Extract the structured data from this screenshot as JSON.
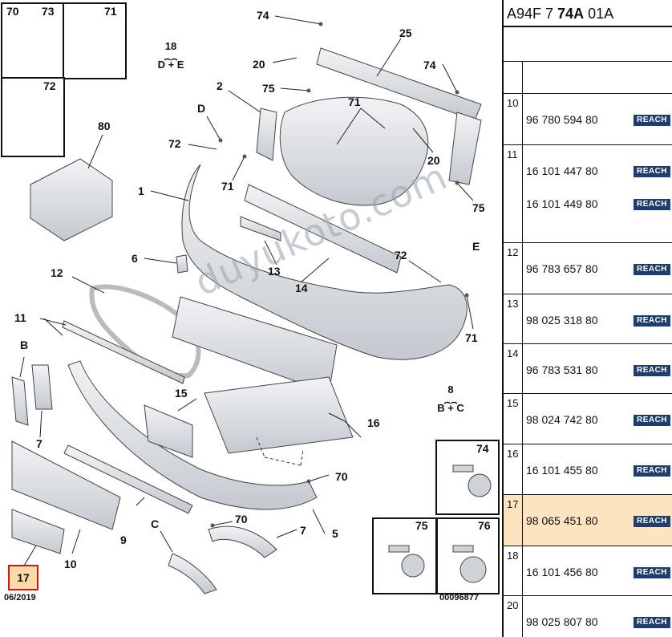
{
  "header": {
    "ref_prefix": "A94F 7 ",
    "ref_bold": "74A",
    "ref_suffix": " 01A"
  },
  "callouts": {
    "c70a": "70",
    "c73": "73",
    "c71a": "71",
    "c72a": "72",
    "c80": "80",
    "c74a": "74",
    "c25": "25",
    "c20a": "20",
    "c74b": "74",
    "c75a": "75",
    "c2": "2",
    "cD": "D",
    "c71b": "71",
    "c72b": "72",
    "c71c": "71",
    "c20b": "20",
    "c75b": "75",
    "c1": "1",
    "c6": "6",
    "c13": "13",
    "c14": "14",
    "c72c": "72",
    "cE": "E",
    "c71d": "71",
    "c12": "12",
    "c11": "11",
    "cB": "B",
    "c7a": "7",
    "c15": "15",
    "c16": "16",
    "c70b": "70",
    "c9": "9",
    "c10": "10",
    "cC": "C",
    "c70c": "70",
    "c7b": "7",
    "c5": "5",
    "c17": "17",
    "c74c": "74",
    "c75c": "75",
    "c76": "76"
  },
  "variants": {
    "de": {
      "num": "18",
      "text": "D + E"
    },
    "bc": {
      "num": "8",
      "text": "B + C"
    }
  },
  "watermark": "duyukoto.com",
  "footer": {
    "date": "06/2019",
    "drawing_no": "00096877"
  },
  "parts": [
    {
      "idx": "10",
      "numbers": [
        "96 780 594 80"
      ],
      "badge": "REACH"
    },
    {
      "idx": "11",
      "numbers": [
        "16 101 447 80",
        "16 101 449 80"
      ],
      "badge": "REACH"
    },
    {
      "idx": "12",
      "numbers": [
        "96 783 657 80"
      ],
      "badge": "REACH"
    },
    {
      "idx": "13",
      "numbers": [
        "98 025 318 80"
      ],
      "badge": "REACH"
    },
    {
      "idx": "14",
      "numbers": [
        "96 783 531 80"
      ],
      "badge": "REACH"
    },
    {
      "idx": "15",
      "numbers": [
        "98 024 742 80"
      ],
      "badge": "REACH"
    },
    {
      "idx": "16",
      "numbers": [
        "16 101 455 80"
      ],
      "badge": "REACH"
    },
    {
      "idx": "17",
      "numbers": [
        "98 065 451 80"
      ],
      "badge": "REACH",
      "highlighted": true
    },
    {
      "idx": "18",
      "numbers": [
        "16 101 456 80"
      ],
      "badge": "REACH"
    },
    {
      "idx": "20",
      "numbers": [
        "98 025 807 80"
      ],
      "badge": "REACH"
    }
  ],
  "colors": {
    "highlight": "#fbe4bf",
    "badge": "#1e3e70",
    "selected_border": "#dd1111"
  }
}
